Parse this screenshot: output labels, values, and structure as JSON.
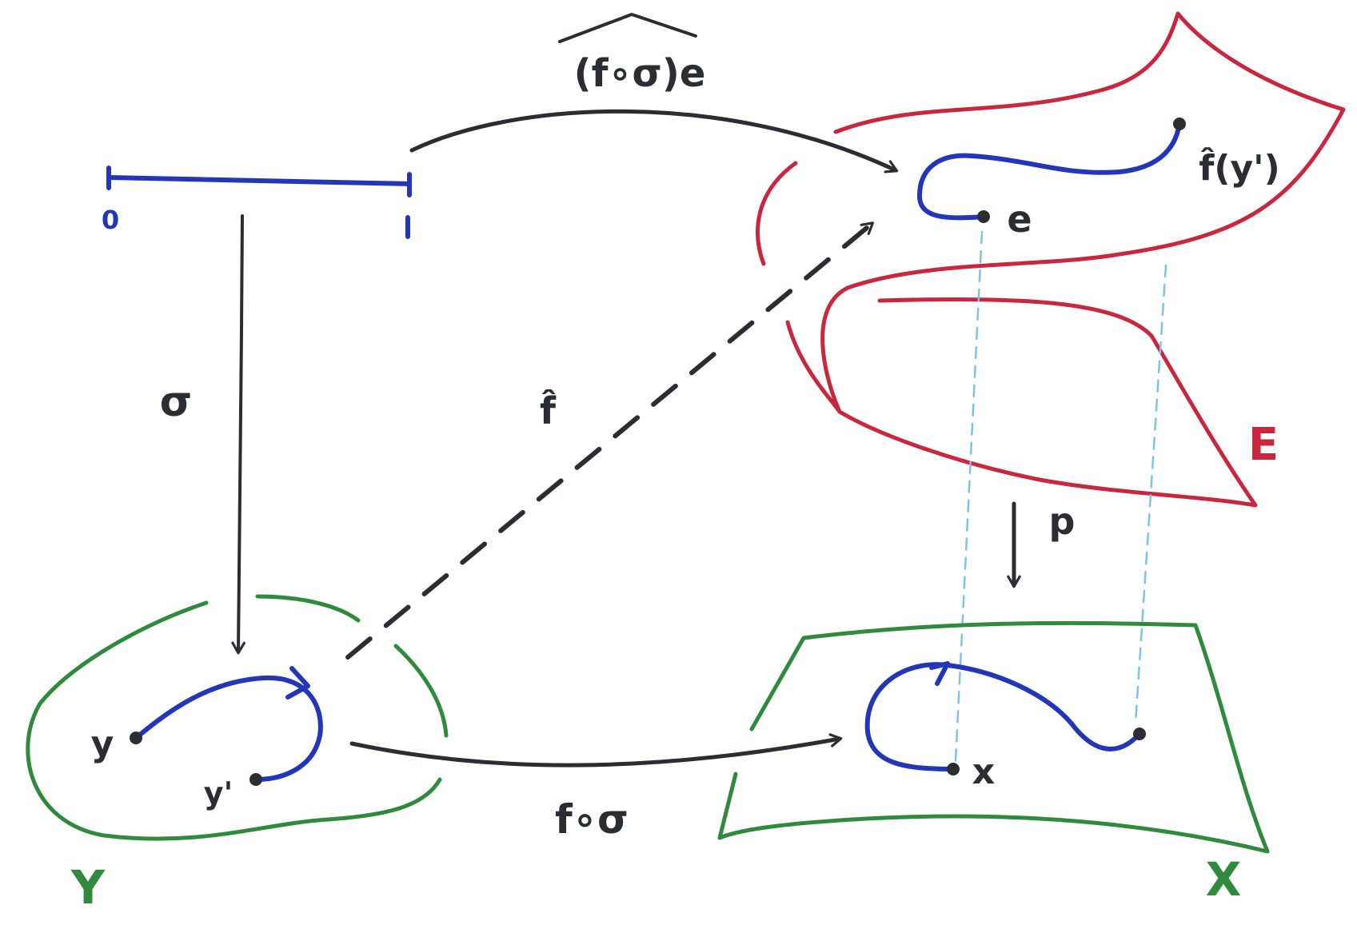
{
  "labels": {
    "lift_path": "(f∘σ)e",
    "sigma": "σ",
    "f_hat": "f̂",
    "f_sigma": "f∘σ",
    "p": "p",
    "interval_start": "0",
    "interval_end": "1",
    "point_y": "y",
    "point_y_prime": "y'",
    "point_e": "e",
    "point_f_hat_y_prime": "f̂(y')",
    "point_x": "x",
    "space_E": "E",
    "space_X": "X",
    "space_Y": "Y"
  },
  "colors": {
    "ink": "#2a2d32",
    "path_blue": "#2436b8",
    "space_E_red": "#c8283f",
    "space_green": "#2f8a3e",
    "projection_light_blue": "#7ec3e6"
  }
}
